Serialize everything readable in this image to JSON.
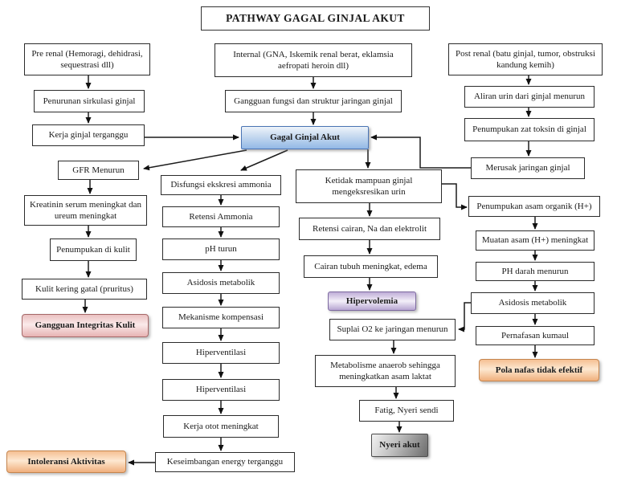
{
  "header": {
    "title": "PATHWAY GAGAL GINJAL AKUT"
  },
  "colors": {
    "highlight_blue": "#93b9e6",
    "diagnosis_pink": "#e7b3b3",
    "diagnosis_orange": "#f0af7c",
    "diagnosis_purple": "#b7a5d1",
    "diagnosis_gray": "#6d6d6d",
    "line": "#1a1a1a"
  },
  "nodes": {
    "pre_renal": {
      "label": "Pre renal (Hemoragi, dehidrasi, sequestrasi dll)"
    },
    "internal": {
      "label": "Internal (GNA, Iskemik renal berat, eklamsia aefropati heroin dll)"
    },
    "post_renal": {
      "label": "Post renal (batu ginjal, tumor, obstruksi kandung kemih)"
    },
    "penurunan_sirkulasi": {
      "label": "Penurunan sirkulasi ginjal"
    },
    "kerja_ginjal": {
      "label": "Kerja ginjal terganggu"
    },
    "gangguan_fungsi": {
      "label": "Gangguan fungsi dan struktur jaringan ginjal"
    },
    "gagal_ginjal_akut": {
      "label": "Gagal Ginjal Akut"
    },
    "aliran_urin": {
      "label": "Aliran urin dari ginjal menurun"
    },
    "penumpukan_toksin": {
      "label": "Penumpukan zat toksin di ginjal"
    },
    "merusak_jaringan": {
      "label": "Merusak jaringan ginjal"
    },
    "gfr_menurun": {
      "label": "GFR Menurun"
    },
    "kreatinin": {
      "label": "Kreatinin serum meningkat dan ureum meningkat"
    },
    "penumpukan_kulit": {
      "label": "Penumpukan di kulit"
    },
    "kulit_kering": {
      "label": "Kulit kering gatal (pruritus)"
    },
    "gangguan_integritas": {
      "label": "Gangguan Integritas Kulit"
    },
    "disfungsi_ekskresi": {
      "label": "Disfungsi ekskresi ammonia"
    },
    "retensi_ammonia": {
      "label": "Retensi Ammonia"
    },
    "ph_turun": {
      "label": "pH turun"
    },
    "asidosis_metabolik_b": {
      "label": "Asidosis metabolik"
    },
    "mekanisme_kompensasi": {
      "label": "Mekanisme kompensasi"
    },
    "hiperventilasi_1": {
      "label": "Hiperventilasi"
    },
    "hiperventilasi_2": {
      "label": "Hiperventilasi"
    },
    "kerja_otot": {
      "label": "Kerja otot meningkat"
    },
    "keseimbangan_energy": {
      "label": "Keseimbangan energy terganggu"
    },
    "intoleransi_aktivitas": {
      "label": "Intoleransi Aktivitas"
    },
    "ketidak_mampuan": {
      "label": "Ketidak mampuan ginjal mengeksresikan urin"
    },
    "retensi_cairan": {
      "label": "Retensi cairan, Na dan elektrolit"
    },
    "cairan_tubuh": {
      "label": "Cairan tubuh meningkat, edema"
    },
    "hipervolemia": {
      "label": "Hipervolemia"
    },
    "suplai_o2": {
      "label": "Suplai O2 ke jaringan menurun"
    },
    "metabolisme_anaerob": {
      "label": "Metabolisme anaerob sehingga meningkatkan asam laktat"
    },
    "fatig": {
      "label": "Fatig, Nyeri sendi"
    },
    "nyeri_akut": {
      "label": "Nyeri akut"
    },
    "penumpukan_asam": {
      "label": "Penumpukan asam organik (H+)"
    },
    "muatan_asam": {
      "label": "Muatan asam (H+) meningkat"
    },
    "ph_darah": {
      "label": "PH darah menurun"
    },
    "asidosis_metabolik_d": {
      "label": "Asidosis metabolik"
    },
    "pernafasan_kumaul": {
      "label": "Pernafasan kumaul"
    },
    "pola_nafas": {
      "label": "Pola nafas tidak efektif"
    }
  },
  "edges": [
    {
      "from": "pre_renal",
      "to": "penurunan_sirkulasi"
    },
    {
      "from": "penurunan_sirkulasi",
      "to": "kerja_ginjal"
    },
    {
      "from": "kerja_ginjal",
      "to": "gagal_ginjal_akut"
    },
    {
      "from": "internal",
      "to": "gangguan_fungsi"
    },
    {
      "from": "gangguan_fungsi",
      "to": "gagal_ginjal_akut"
    },
    {
      "from": "post_renal",
      "to": "aliran_urin"
    },
    {
      "from": "aliran_urin",
      "to": "penumpukan_toksin"
    },
    {
      "from": "penumpukan_toksin",
      "to": "merusak_jaringan"
    },
    {
      "from": "merusak_jaringan",
      "to": "gagal_ginjal_akut"
    },
    {
      "from": "gagal_ginjal_akut",
      "to": "gfr_menurun"
    },
    {
      "from": "gagal_ginjal_akut",
      "to": "disfungsi_ekskresi"
    },
    {
      "from": "gagal_ginjal_akut",
      "to": "ketidak_mampuan"
    },
    {
      "from": "gfr_menurun",
      "to": "kreatinin"
    },
    {
      "from": "kreatinin",
      "to": "penumpukan_kulit"
    },
    {
      "from": "penumpukan_kulit",
      "to": "kulit_kering"
    },
    {
      "from": "kulit_kering",
      "to": "gangguan_integritas"
    },
    {
      "from": "disfungsi_ekskresi",
      "to": "retensi_ammonia"
    },
    {
      "from": "retensi_ammonia",
      "to": "ph_turun"
    },
    {
      "from": "ph_turun",
      "to": "asidosis_metabolik_b"
    },
    {
      "from": "asidosis_metabolik_b",
      "to": "mekanisme_kompensasi"
    },
    {
      "from": "mekanisme_kompensasi",
      "to": "hiperventilasi_1"
    },
    {
      "from": "hiperventilasi_1",
      "to": "hiperventilasi_2"
    },
    {
      "from": "hiperventilasi_2",
      "to": "kerja_otot"
    },
    {
      "from": "kerja_otot",
      "to": "keseimbangan_energy"
    },
    {
      "from": "keseimbangan_energy",
      "to": "intoleransi_aktivitas"
    },
    {
      "from": "ketidak_mampuan",
      "to": "retensi_cairan"
    },
    {
      "from": "ketidak_mampuan",
      "to": "penumpukan_asam"
    },
    {
      "from": "retensi_cairan",
      "to": "cairan_tubuh"
    },
    {
      "from": "cairan_tubuh",
      "to": "hipervolemia"
    },
    {
      "from": "suplai_o2",
      "to": "metabolisme_anaerob"
    },
    {
      "from": "metabolisme_anaerob",
      "to": "fatig"
    },
    {
      "from": "fatig",
      "to": "nyeri_akut"
    },
    {
      "from": "penumpukan_asam",
      "to": "muatan_asam"
    },
    {
      "from": "muatan_asam",
      "to": "ph_darah"
    },
    {
      "from": "ph_darah",
      "to": "asidosis_metabolik_d"
    },
    {
      "from": "asidosis_metabolik_d",
      "to": "pernafasan_kumaul"
    },
    {
      "from": "asidosis_metabolik_d",
      "to": "suplai_o2"
    },
    {
      "from": "pernafasan_kumaul",
      "to": "pola_nafas"
    }
  ]
}
